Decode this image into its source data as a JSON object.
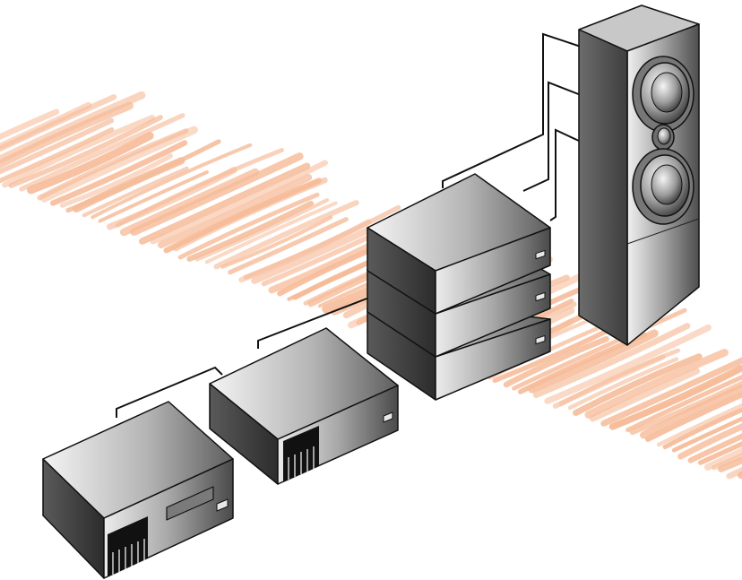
{
  "diagram": {
    "nodes": [
      {
        "id": "cd-player",
        "kind": "cd-player",
        "shape": "box-with-disc-slot-and-keypad"
      },
      {
        "id": "preamplifier",
        "kind": "preamplifier",
        "shape": "box-with-keypad"
      },
      {
        "id": "amplifier-1",
        "kind": "amplifier",
        "shape": "flat-box"
      },
      {
        "id": "amplifier-2",
        "kind": "amplifier",
        "shape": "flat-box"
      },
      {
        "id": "amplifier-3",
        "kind": "amplifier",
        "shape": "flat-box"
      },
      {
        "id": "speaker",
        "kind": "speaker",
        "shape": "tower-with-three-drivers"
      }
    ],
    "connections": [
      {
        "from": "cd-player",
        "to": "preamplifier"
      },
      {
        "from": "preamplifier",
        "to": "amplifier-stack"
      },
      {
        "from": "amplifier-1",
        "to": "speaker"
      },
      {
        "from": "amplifier-2",
        "to": "speaker"
      },
      {
        "from": "amplifier-3",
        "to": "speaker"
      }
    ]
  },
  "colors": {
    "background": "#ffffff",
    "scribble": "#f4b088",
    "device_top_light": "#f2f2f2",
    "device_top_dark": "#6e6e6e",
    "device_side_dark": "#3a3a3a",
    "outline": "#111111",
    "cable": "#111111"
  }
}
